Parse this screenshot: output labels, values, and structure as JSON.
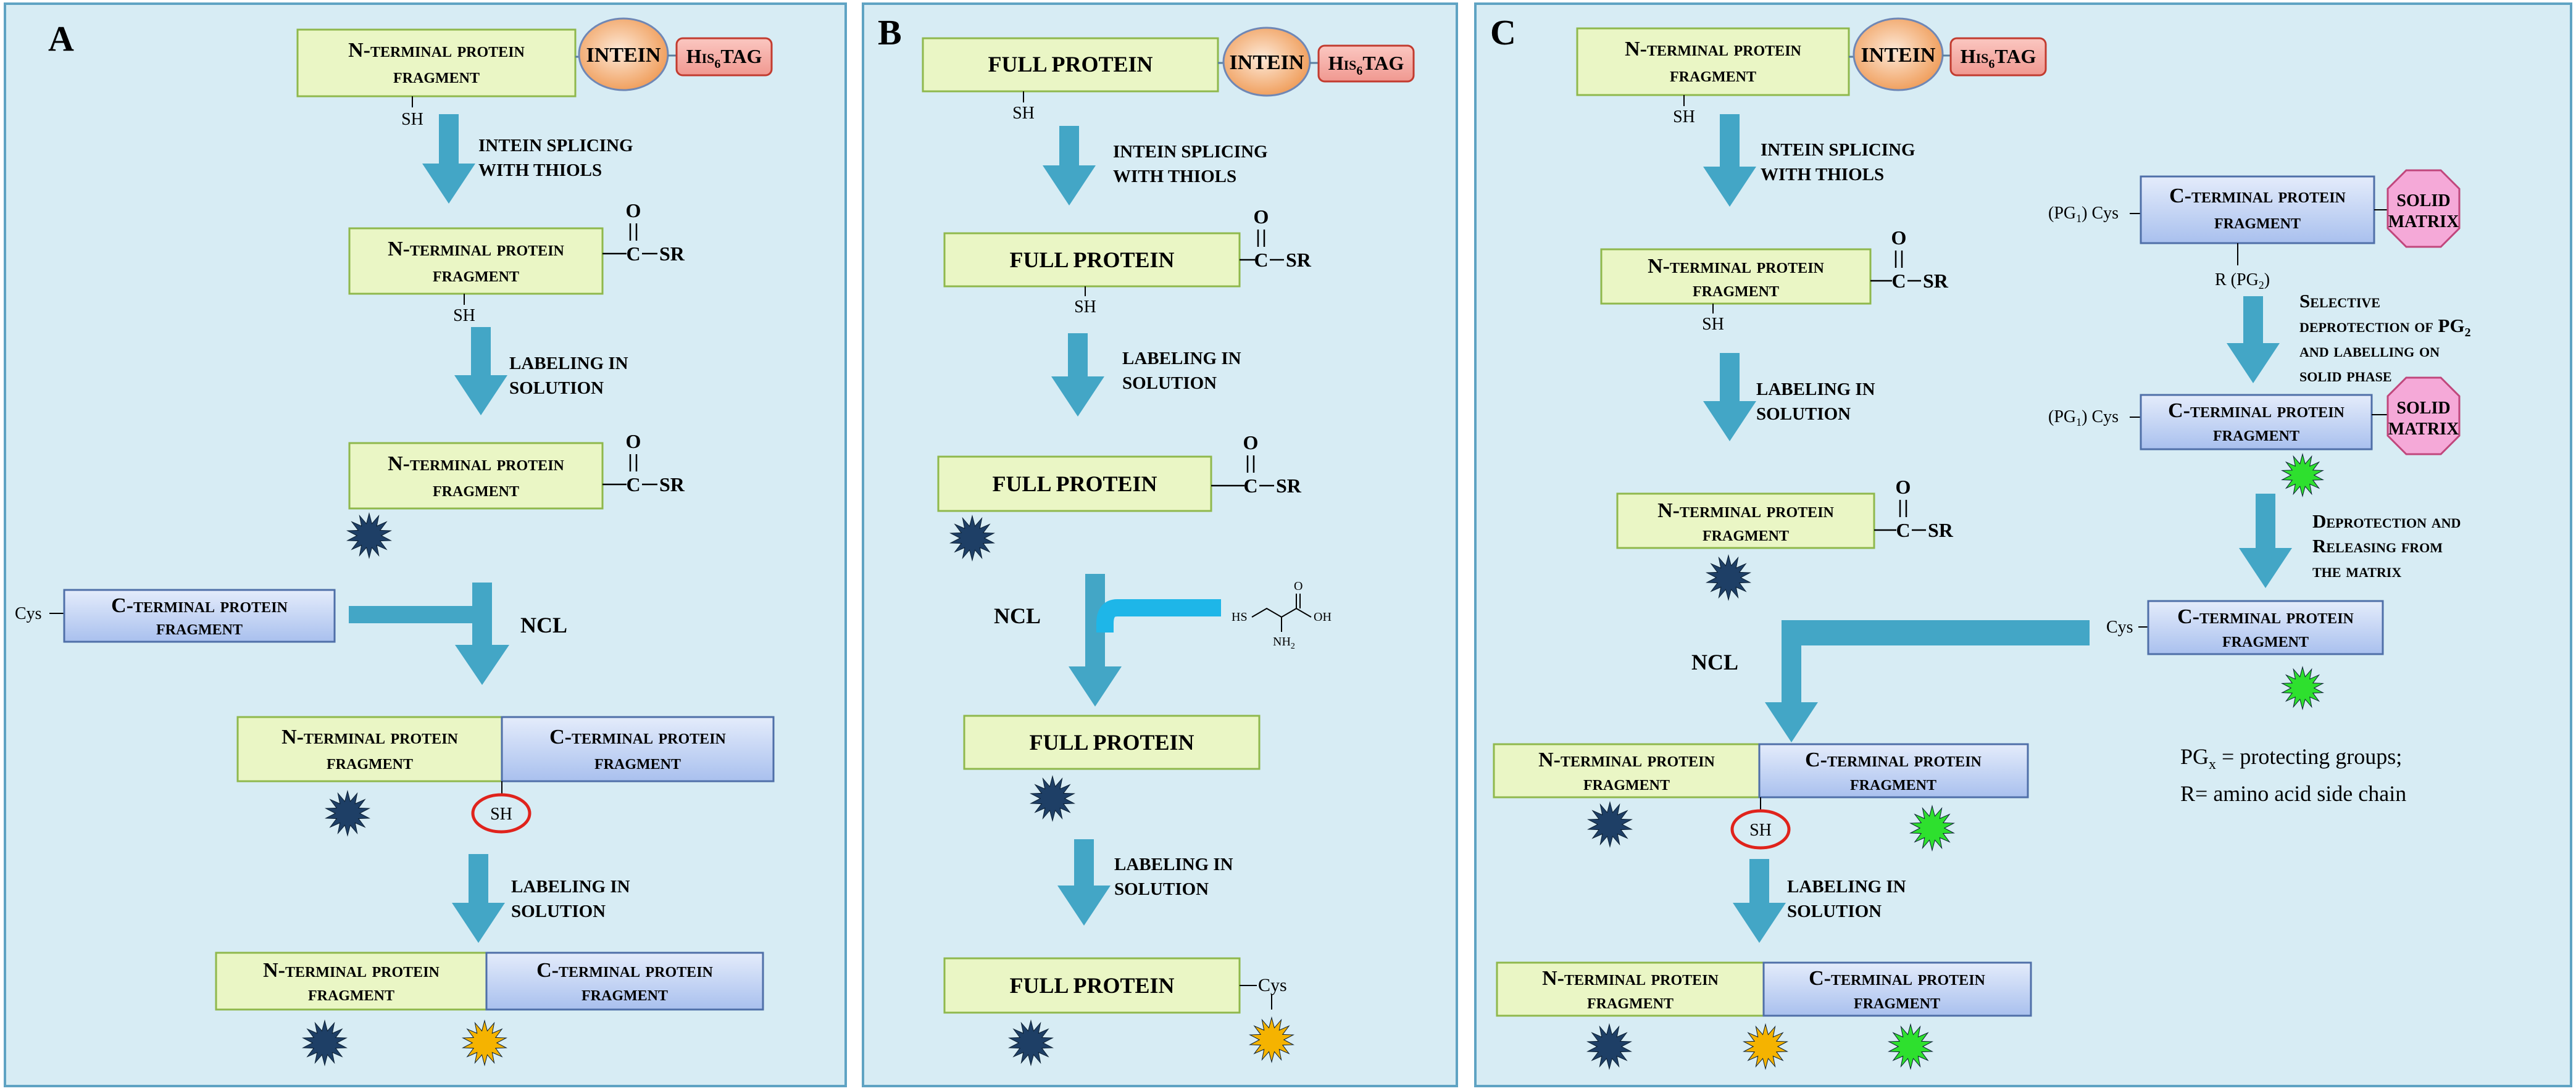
{
  "colors": {
    "panel_bg": "#d7ecf4",
    "panel_border": "#5fa3c3",
    "green_fill": "#eaf6c5",
    "green_stroke": "#8fb84c",
    "blue_fill_top": "#e4ecfb",
    "blue_fill_bottom": "#a9c0ee",
    "blue_stroke": "#4f6fa8",
    "arrow": "#43a6c6",
    "inline_arrow": "#1eb6e8",
    "star_navy": "#1e3f66",
    "star_gold": "#f5b300",
    "star_green": "#2ee02e",
    "intein_light": "#fbe3cf",
    "intein_dark": "#ef9a55",
    "his_fill": "#f5a7a0",
    "his_stroke": "#c23b2f",
    "octagon_fill": "#f5a9d8",
    "octagon_stroke": "#c0467c",
    "red_circle": "#e0231c"
  },
  "icons": {
    "label_star": "spiky-star-fluorophore-icon",
    "solid_matrix": "octagon-icon",
    "cysteine": "cysteine-structure-icon"
  },
  "panels": {
    "a": {
      "letter": "A",
      "fusion": {
        "fragment_line1": "N-terminal protein",
        "fragment_line2": "fragment",
        "intein": "INTEIN",
        "his_tag": "His",
        "his_sub": "6",
        "his_tail": "TAG"
      },
      "sh_labels": {
        "top": "SH",
        "thioester": "SH",
        "highlight": "SH"
      },
      "thioester": {
        "o": "O",
        "c": "C",
        "sr": "SR"
      },
      "thioester_fragment": {
        "line1": "N-terminal protein",
        "line2": "fragment"
      },
      "labeled_fragment": {
        "line1": "N-terminal protein",
        "line2": "fragment"
      },
      "steps": {
        "splicing_line1": "INTEIN SPLICING",
        "splicing_line2": "WITH THIOLS",
        "label_sol_line1": "LABELING IN",
        "label_sol_line2": "SOLUTION",
        "ncl": "NCL",
        "label_sol2_line1": "LABELING IN",
        "label_sol2_line2": "SOLUTION"
      },
      "cys": "Cys",
      "c_fragment": {
        "line1": "C-terminal protein",
        "line2": "fragment"
      },
      "ligated": {
        "n_line1": "N-terminal protein",
        "n_line2": "fragment",
        "c_line1": "C-terminal protein",
        "c_line2": "fragment"
      },
      "final": {
        "n_line1": "N-terminal protein",
        "n_line2": "fragment",
        "c_line1": "C-terminal protein",
        "c_line2": "fragment"
      }
    },
    "b": {
      "letter": "B",
      "fusion": {
        "protein": "FULL PROTEIN",
        "intein": "INTEIN",
        "his_tag": "His",
        "his_sub": "6",
        "his_tail": "TAG"
      },
      "sh_labels": {
        "top": "SH",
        "thioester": "SH"
      },
      "thioester": {
        "o": "O",
        "c": "C",
        "sr": "SR"
      },
      "thioester_protein": "FULL PROTEIN",
      "labeled_protein": "FULL PROTEIN",
      "labeled_thioester": {
        "o": "O",
        "c": "C",
        "sr": "SR"
      },
      "steps": {
        "splicing_line1": "INTEIN SPLICING",
        "splicing_line2": "WITH THIOLS",
        "label_sol_line1": "LABELING IN",
        "label_sol_line2": "SOLUTION",
        "ncl": "NCL",
        "label_sol2_line1": "LABELING IN",
        "label_sol2_line2": "SOLUTION"
      },
      "cysteine": {
        "hs": "HS",
        "oh": "OH",
        "nh2": "NH",
        "nh2_sub": "2",
        "o": "O"
      },
      "ligated_protein": "FULL PROTEIN",
      "final_protein": "FULL PROTEIN",
      "final_cys": "Cys"
    },
    "c": {
      "letter": "C",
      "fusion": {
        "fragment_line1": "N-terminal protein",
        "fragment_line2": "fragment",
        "intein": "INTEIN",
        "his_tag": "His",
        "his_sub": "6",
        "his_tail": "TAG"
      },
      "sh_labels": {
        "top": "SH",
        "thioester": "SH",
        "highlight": "SH"
      },
      "thioester": {
        "o": "O",
        "c": "C",
        "sr": "SR"
      },
      "thioester_fragment": {
        "line1": "N-terminal protein",
        "line2": "fragment"
      },
      "labeled_fragment": {
        "line1": "N-terminal protein",
        "line2": "fragment"
      },
      "steps": {
        "splicing_line1": "INTEIN SPLICING",
        "splicing_line2": "WITH THIOLS",
        "label_sol_line1": "LABELING IN",
        "label_sol_line2": "SOLUTION",
        "ncl": "NCL",
        "label_sol2_line1": "LABELING IN",
        "label_sol2_line2": "SOLUTION"
      },
      "solid_phase": {
        "pg1_cys_1": "(PG",
        "pg1_sub": "1",
        "pg1_tail": ") Cys",
        "c_line1": "C-terminal protein",
        "c_line2": "fragment",
        "matrix_line1": "SOLID",
        "matrix_line2": "MATRIX",
        "r_pg2": "R (PG",
        "r_pg2_sub": "2",
        "r_pg2_tail": ")",
        "deprotect_line1": "Selective",
        "deprotect_line2a": "deprotection of PG",
        "deprotect_line2_sub": "2",
        "deprotect_line3": "and labelling on",
        "deprotect_line4": "solid phase",
        "release_line1": "Deprotection and",
        "release_line2": "Releasing from",
        "release_line3": "the matrix",
        "cys": "Cys"
      },
      "ligated": {
        "n_line1": "N-terminal protein",
        "n_line2": "fragment",
        "c_line1": "C-terminal protein",
        "c_line2": "fragment"
      },
      "final": {
        "n_line1": "N-terminal protein",
        "n_line2": "fragment",
        "c_line1": "C-terminal protein",
        "c_line2": "fragment"
      },
      "legend": {
        "pg": "PG",
        "pg_sub": "x",
        "pg_tail": " = protecting groups;",
        "r": "R= amino acid side chain"
      }
    }
  }
}
